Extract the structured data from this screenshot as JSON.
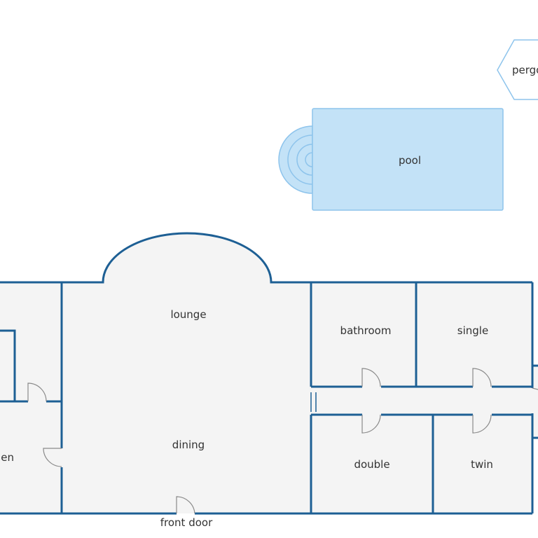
{
  "colors": {
    "wall": "#1d5f94",
    "floor": "#f4f4f4",
    "pool_fill": "#c3e2f7",
    "pool_edge": "#8ec4ec",
    "door": "#8a8a8a",
    "text": "#333333"
  },
  "labels": {
    "pergola": "pergola",
    "pool": "pool",
    "lounge": "lounge",
    "dining": "dining",
    "kitchen": "kitchen",
    "bathroom": "bathroom",
    "single": "single",
    "double": "double",
    "twin": "twin",
    "front_door": "front door"
  }
}
